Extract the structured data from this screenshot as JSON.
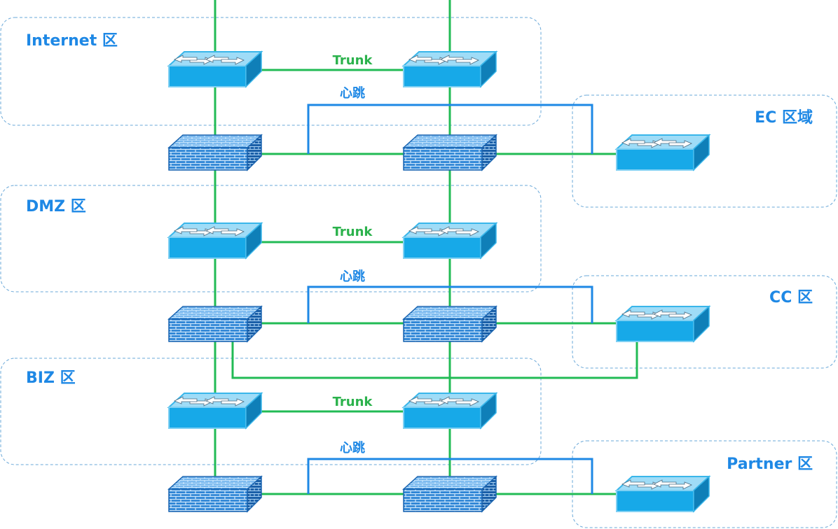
{
  "zones": {
    "internet": "Internet 区",
    "dmz": "DMZ 区",
    "biz": "BIZ 区",
    "ec": "EC 区域",
    "cc": "CC 区",
    "partner": "Partner 区"
  },
  "links": {
    "trunk_1": "Trunk",
    "trunk_2": "Trunk",
    "trunk_3": "Trunk",
    "heartbeat_1": "心跳",
    "heartbeat_2": "心跳",
    "heartbeat_3": "心跳"
  },
  "colors": {
    "zone_label": "#1e88e5",
    "trunk_link": "#22bb55",
    "heartbeat_link": "#1e88e5",
    "device_fill": "#17a9e8",
    "firewall_fill": "#1e74c7"
  },
  "icons": {
    "switch": "switch-icon",
    "firewall": "firewall-icon"
  }
}
